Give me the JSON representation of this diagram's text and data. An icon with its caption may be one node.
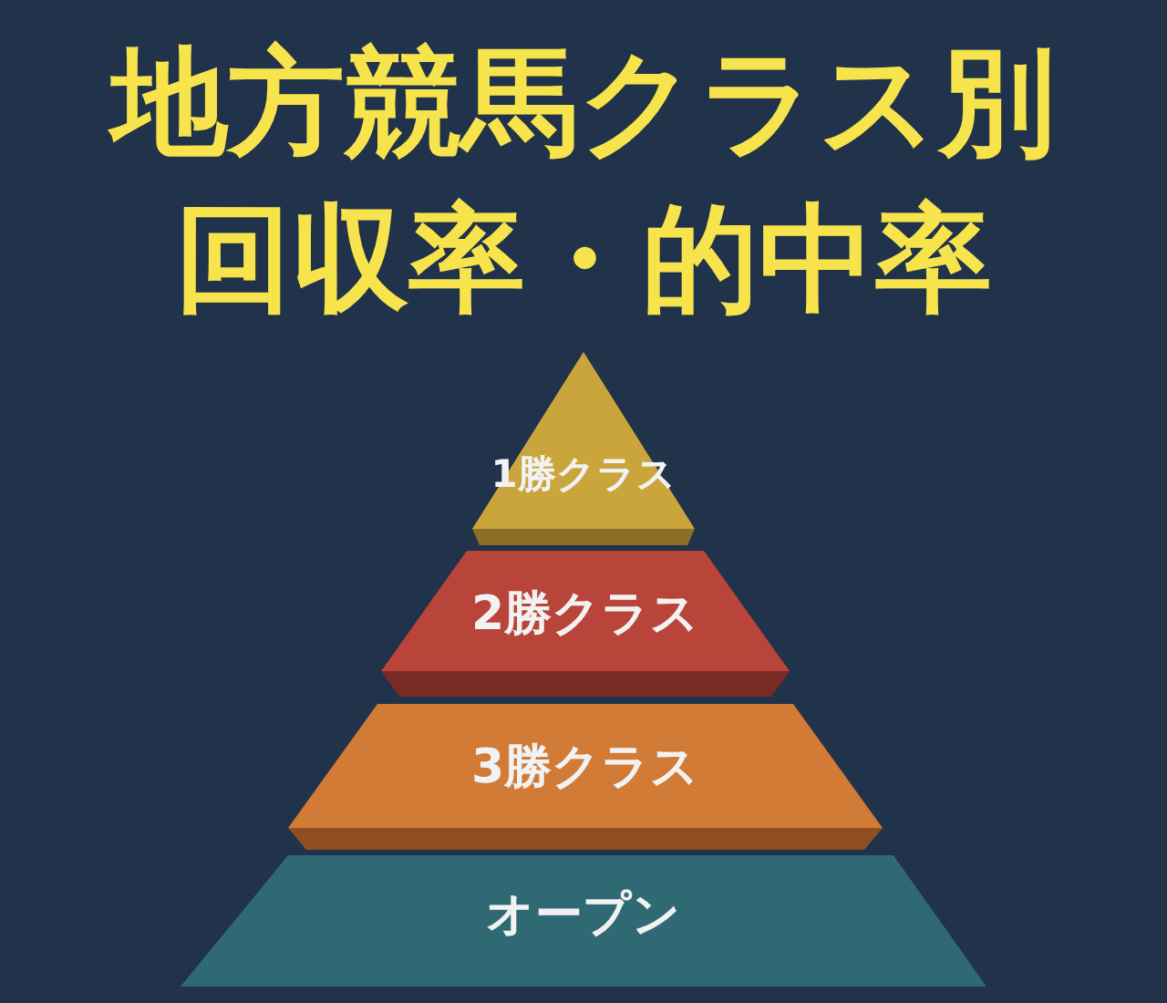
{
  "diagram": {
    "title": "地方競馬クラス別回収率・的中率",
    "nodes": [
      {
        "text": [
          "1勝クラス"
        ]
      },
      {
        "text": [
          "2勝クラス"
        ]
      },
      {
        "text": [
          "3勝クラス"
        ]
      },
      {
        "text": [
          "オープン"
        ]
      }
    ]
  }
}
